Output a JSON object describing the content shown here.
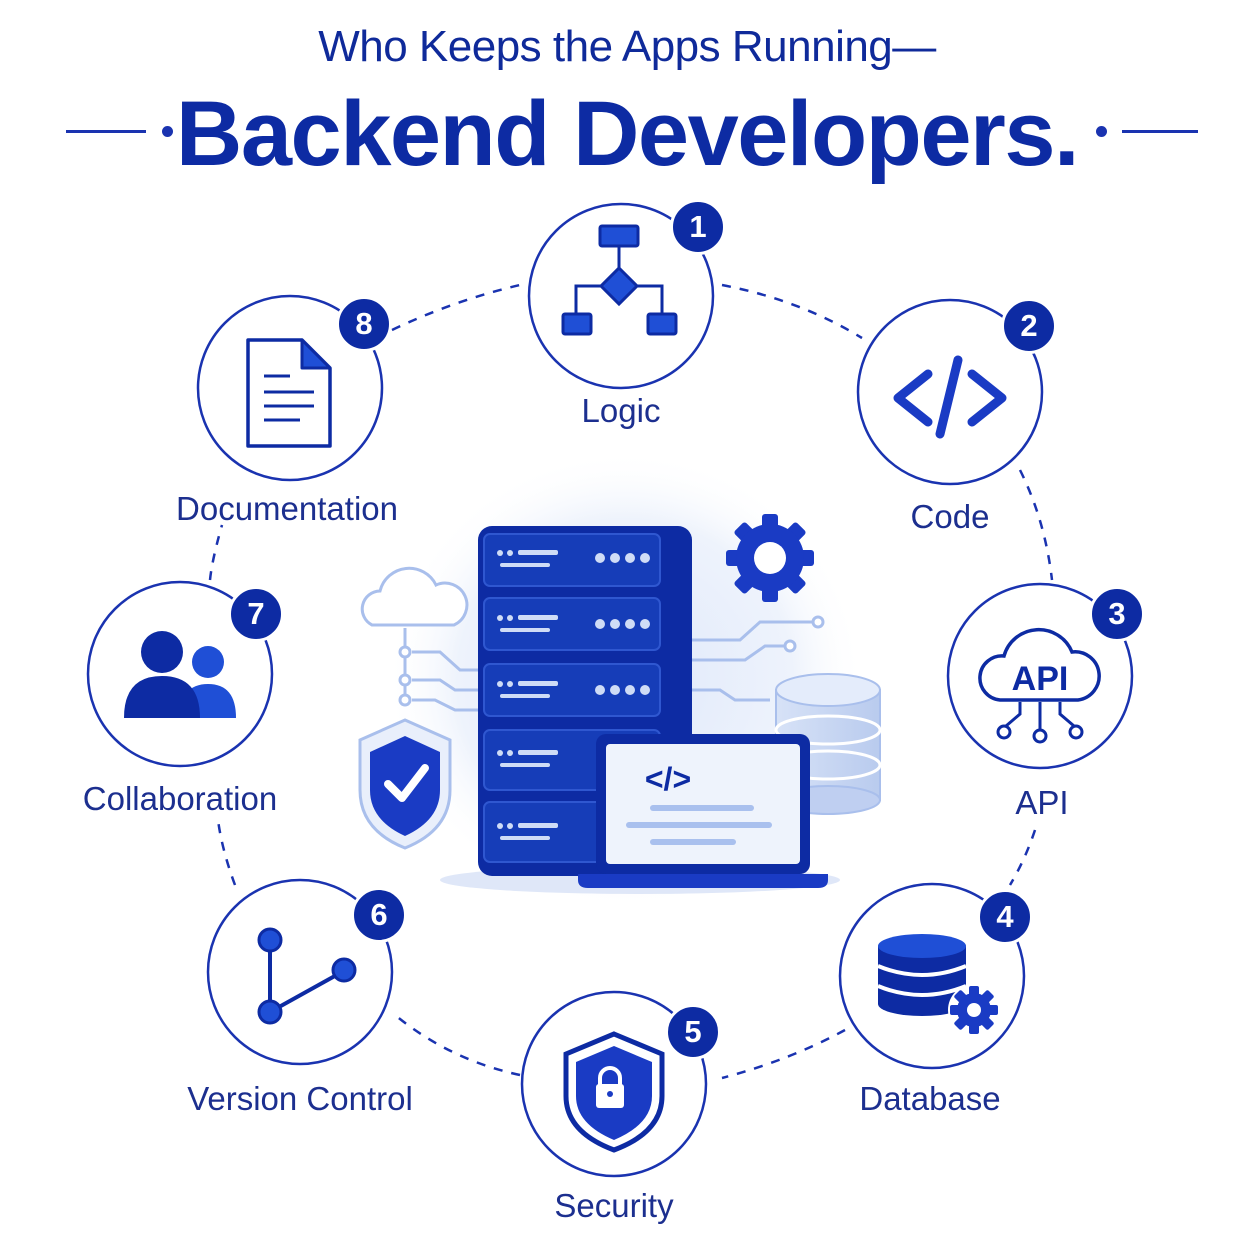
{
  "header": {
    "subtitle": "Who Keeps the Apps Running—",
    "title": "Backend Developers."
  },
  "items": [
    {
      "num": "1",
      "label": "Logic",
      "icon": "flowchart-icon"
    },
    {
      "num": "2",
      "label": "Code",
      "icon": "code-brackets-icon"
    },
    {
      "num": "3",
      "label": "API",
      "icon": "api-cloud-icon",
      "icon_text": "API"
    },
    {
      "num": "4",
      "label": "Database",
      "icon": "database-gear-icon"
    },
    {
      "num": "5",
      "label": "Security",
      "icon": "shield-lock-icon"
    },
    {
      "num": "6",
      "label": "Version Control",
      "icon": "git-branch-icon"
    },
    {
      "num": "7",
      "label": "Collaboration",
      "icon": "people-icon"
    },
    {
      "num": "8",
      "label": "Documentation",
      "icon": "document-icon"
    }
  ],
  "center": {
    "code_symbol": "</>",
    "icons": [
      "server-rack-icon",
      "gear-icon",
      "cloud-icon",
      "shield-check-icon",
      "database-icon",
      "laptop-code-icon"
    ]
  },
  "colors": {
    "primary": "#0d2ba3",
    "accent": "#1f4fd6",
    "light": "#cfdcf6",
    "background_glow": "#eef3fc"
  }
}
